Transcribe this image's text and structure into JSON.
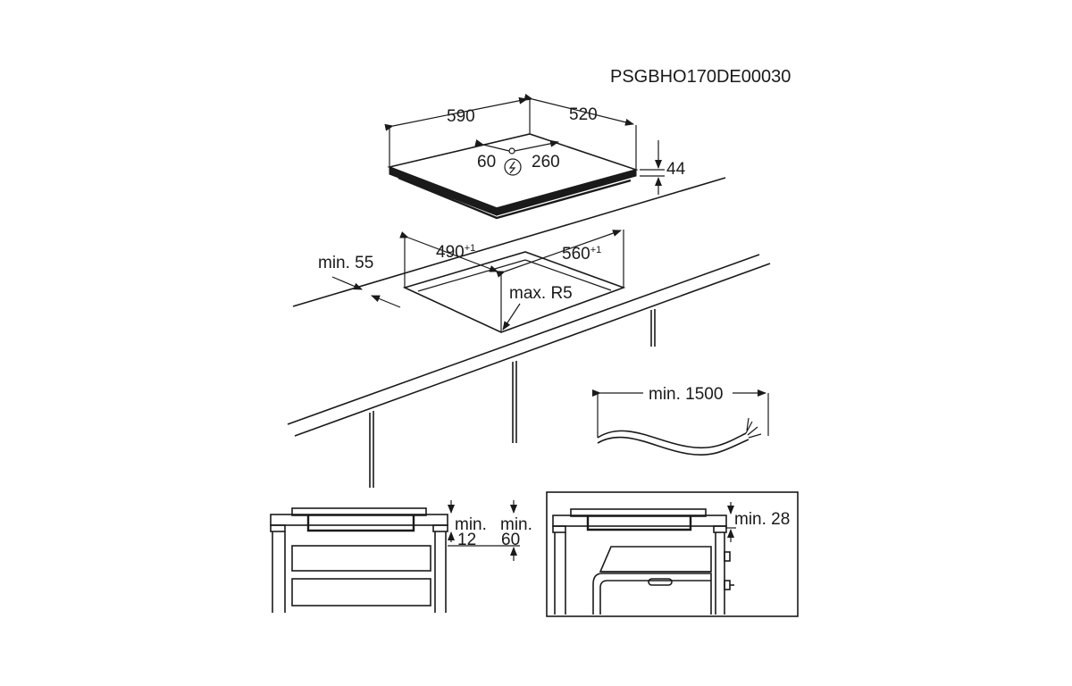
{
  "doc_code": "PSGBHO170DE00030",
  "hob": {
    "width": "590",
    "depth": "520",
    "height": "44",
    "cable_left": "60",
    "cable_right": "260"
  },
  "cutout": {
    "width": "490",
    "width_tol": "+1",
    "depth": "560",
    "depth_tol": "+1",
    "radius": "max. R5",
    "edge_distance": "min. 55"
  },
  "cable": {
    "length": "min. 1500"
  },
  "section_left": {
    "gap_label_1": "min.",
    "gap_value_1": "12",
    "gap_label_2": "min.",
    "gap_value_2": "60"
  },
  "section_right": {
    "gap_label": "min. 28"
  }
}
